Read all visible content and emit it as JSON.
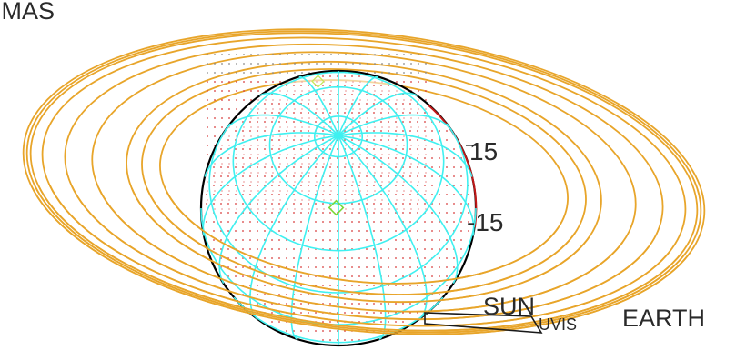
{
  "title": "IMAS",
  "labels": {
    "lat_upper": "15",
    "lat_lower": "-15",
    "sun": "SUN",
    "instrument": "UVIS",
    "earth": "EARTH"
  },
  "colors": {
    "background": "#ffffff",
    "rings": "#e8a52a",
    "grid": "#3ff0f0",
    "limb": "#000000",
    "terminator": "#c01818",
    "dots": "#d83a3a",
    "marker": "#7bd83a",
    "fov": "#1a1a1a"
  }
}
